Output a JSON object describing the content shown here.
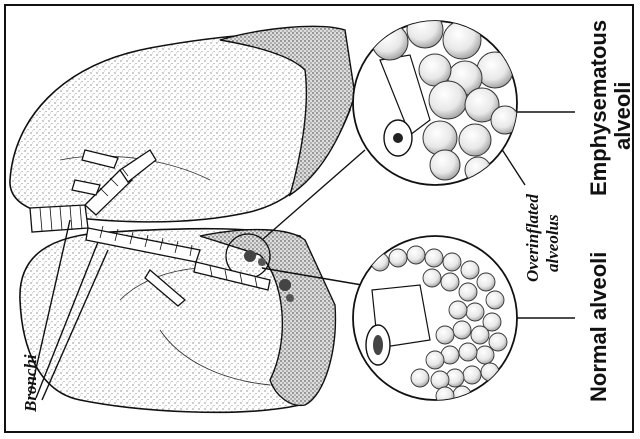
{
  "labels": {
    "bronchi": "Bronchi",
    "overinflated_line1": "Overinflated",
    "overinflated_line2": "alveolus",
    "normal_alveoli": "Normal alveoli",
    "emphysematous_line1": "Emphysematous",
    "emphysematous_line2": "alveoli"
  },
  "colors": {
    "ink": "#111111",
    "paper": "#ffffff",
    "stipple": "#555555"
  }
}
